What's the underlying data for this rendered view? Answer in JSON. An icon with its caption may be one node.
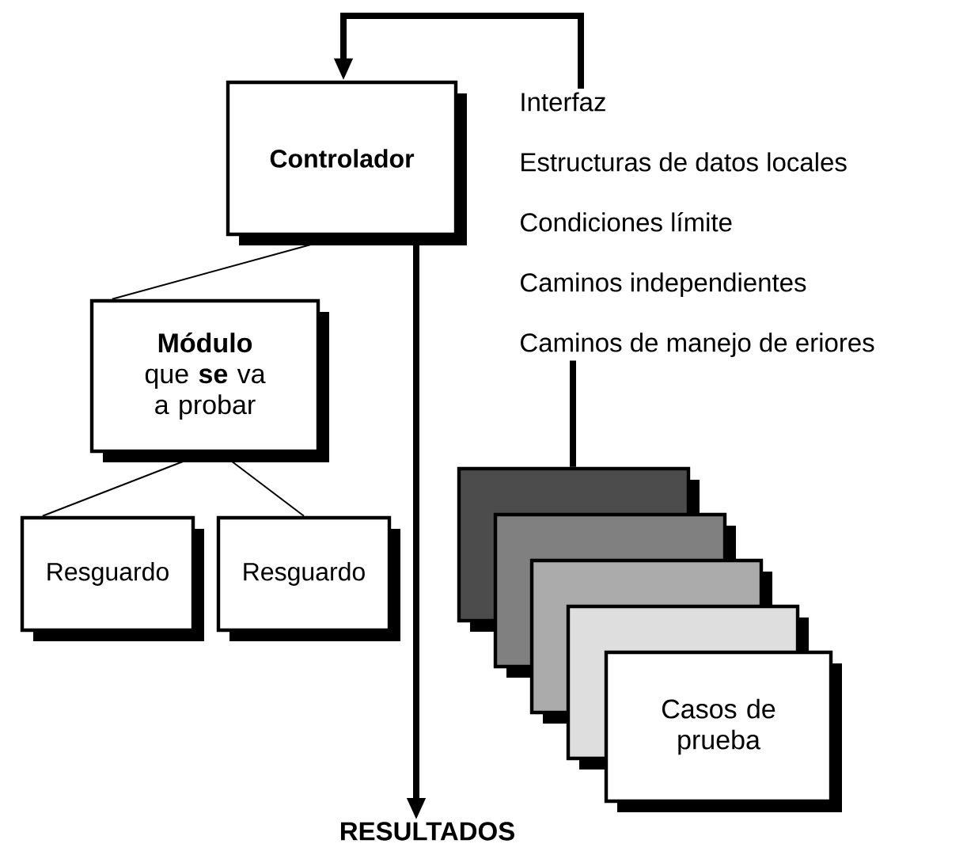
{
  "diagram": {
    "nodes": [
      {
        "text": [
          "Controlador"
        ]
      },
      {
        "text": [
          "Interfaz",
          "Estructuras de datos locales",
          "Condiciones límite",
          "Caminos independientes",
          "Caminos de manejo de eriores"
        ]
      },
      {
        "text": [
          "**Módulo** que **se** va a probar"
        ]
      },
      {
        "text": [
          "Resguardo"
        ]
      },
      {
        "text": [
          "Resguardo"
        ]
      },
      {
        "text": [],
        "shape": "box"
      },
      {
        "text": [],
        "shape": "box"
      },
      {
        "text": [],
        "shape": "box"
      },
      {
        "text": [],
        "shape": "box"
      },
      {
        "text": [
          "Casos de prueba"
        ]
      },
      {
        "text": [
          "RESULTADOS"
        ]
      }
    ],
    "edges": [
      {
        "from": 1,
        "to": 0,
        "arrow": "to",
        "style": "thick"
      },
      {
        "from": 0,
        "to": 2,
        "arrow": "none"
      },
      {
        "from": 2,
        "to": 3,
        "arrow": "none"
      },
      {
        "from": 2,
        "to": 4,
        "arrow": "none"
      },
      {
        "from": 0,
        "to": 10,
        "arrow": "to",
        "style": "thick"
      },
      {
        "from": 1,
        "to": 5,
        "arrow": "none",
        "style": "thick"
      }
    ]
  }
}
